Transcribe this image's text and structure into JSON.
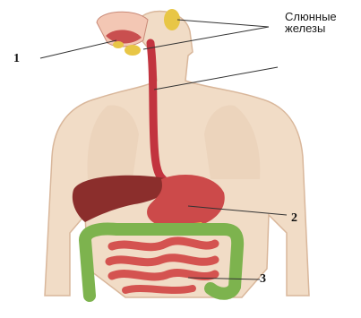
{
  "labels": {
    "salivary_glands": "Слюнные\nжелезы",
    "n1": "1",
    "n2": "2",
    "n3": "3"
  },
  "colors": {
    "skin": "#f0d9c2",
    "outline": "#d9b79b",
    "esophagus": "#c2343f",
    "liver": "#8b2e2c",
    "stomach": "#cc4a4a",
    "small_intestine": "#d45350",
    "large_intestine": "#7db34e",
    "gland": "#e8c646",
    "lung": "#e8c9b0"
  }
}
